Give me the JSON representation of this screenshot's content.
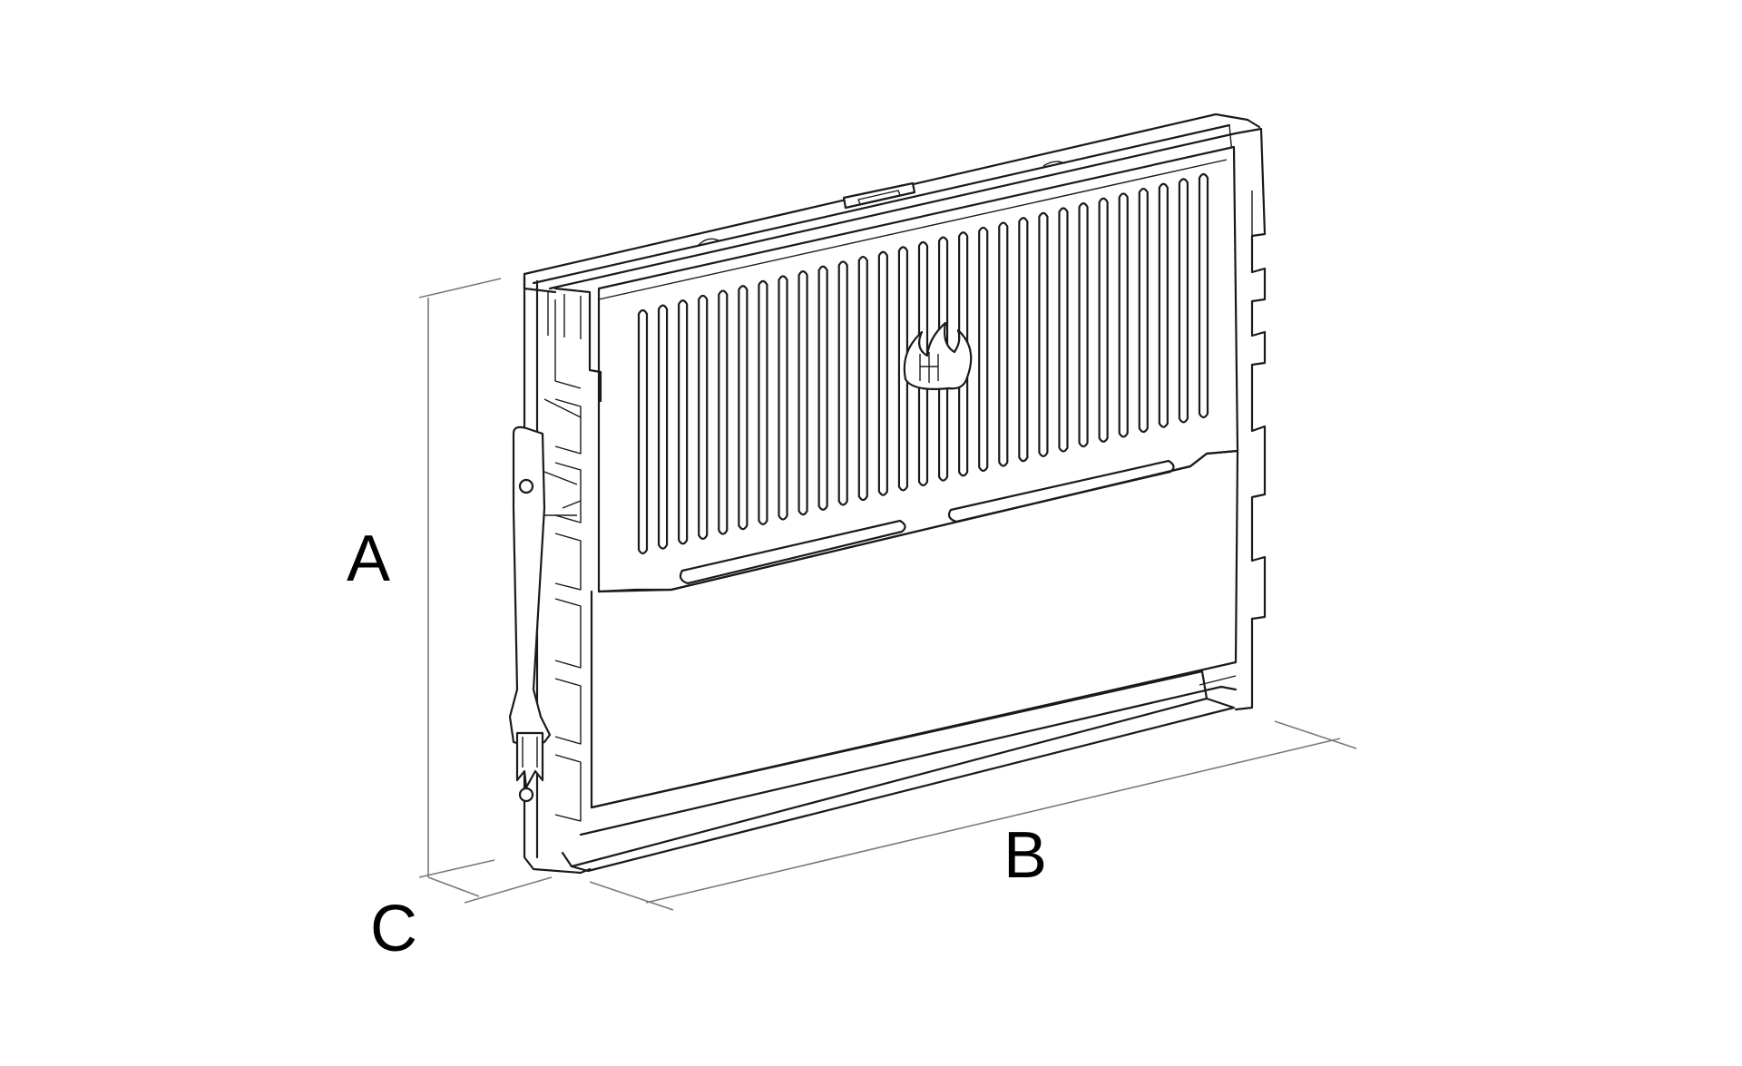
{
  "diagram": {
    "dimension_labels": {
      "height": "A",
      "width": "B",
      "depth": "C"
    },
    "colors": {
      "outline": "#1a1a1a",
      "dimension_lines": "#7a7a7a",
      "background": "#ffffff"
    }
  }
}
